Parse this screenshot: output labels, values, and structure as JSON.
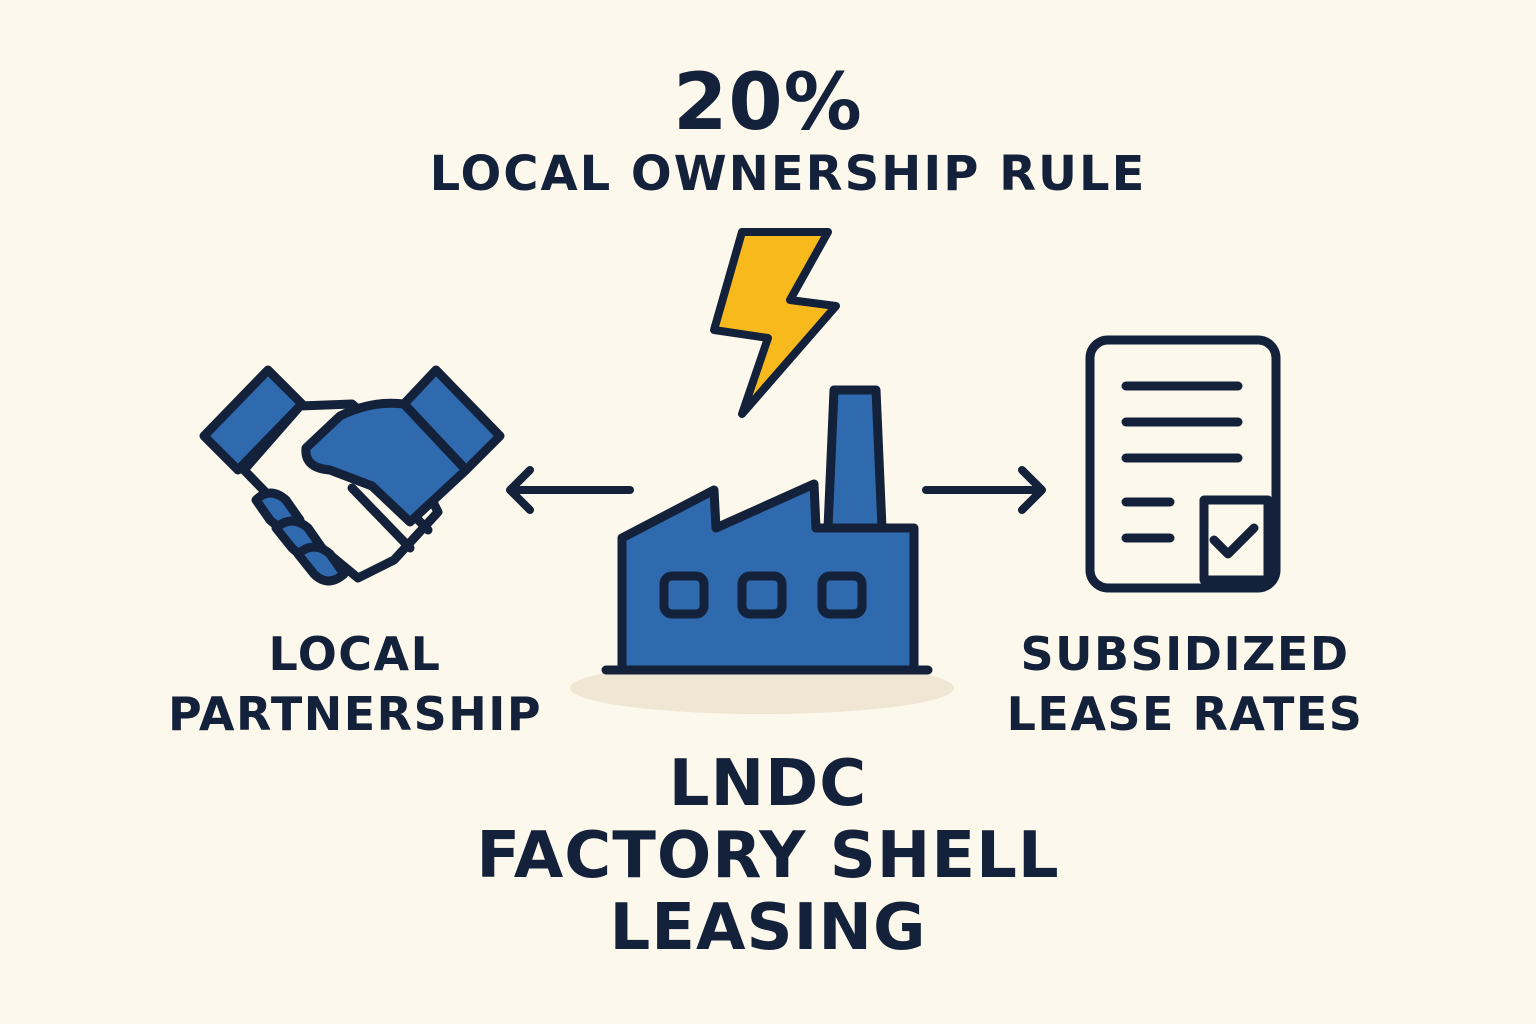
{
  "headline": {
    "value": "20%",
    "rule": "LOCAL OWNERSHIP RULE"
  },
  "left": {
    "label_line1": "LOCAL",
    "label_line2": "PARTNERSHIP",
    "icon": "handshake-icon"
  },
  "right": {
    "label_line1": "SUBSIDIZED",
    "label_line2": "LEASE RATES",
    "icon": "lease-document-check-icon"
  },
  "center": {
    "icon": "factory-icon",
    "accent_icon": "lightning-bolt-icon",
    "title_line1": "LNDC",
    "title_line2": "FACTORY SHELL",
    "title_line3": "LEASING"
  },
  "colors": {
    "background": "#fdf8ec",
    "text": "#13213a",
    "primary_blue": "#2f6aae",
    "bolt_yellow": "#f8b91d",
    "outline": "#13213a"
  }
}
